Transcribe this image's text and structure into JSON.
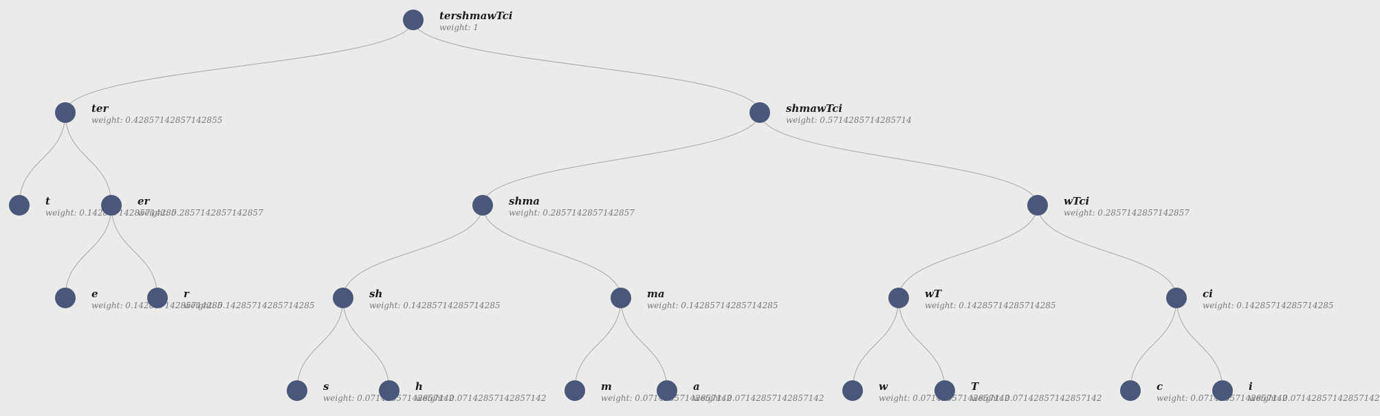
{
  "tree": {
    "colors": {
      "background": "#ebece9",
      "node": "#48577a",
      "edge": "#a3a5a6",
      "label": "#1c1c1c",
      "weight": "#777a7c"
    },
    "nodes": [
      {
        "id": "n0",
        "label": "tershmawTci",
        "weight": "weight: 1",
        "parent": null
      },
      {
        "id": "n1",
        "label": "ter",
        "weight": "weight: 0.42857142857142855",
        "parent": "n0"
      },
      {
        "id": "n2",
        "label": "shmawTci",
        "weight": "weight: 0.5714285714285714",
        "parent": "n0"
      },
      {
        "id": "n3",
        "label": "t",
        "weight": "weight: 0.14285714285714285",
        "parent": "n1"
      },
      {
        "id": "n4",
        "label": "er",
        "weight": "weight: 0.2857142857142857",
        "parent": "n1"
      },
      {
        "id": "n5",
        "label": "shma",
        "weight": "weight: 0.2857142857142857",
        "parent": "n2"
      },
      {
        "id": "n6",
        "label": "wTci",
        "weight": "weight: 0.2857142857142857",
        "parent": "n2"
      },
      {
        "id": "n7",
        "label": "e",
        "weight": "weight: 0.14285714285714285",
        "parent": "n4"
      },
      {
        "id": "n8",
        "label": "r",
        "weight": "weight: 0.14285714285714285",
        "parent": "n4"
      },
      {
        "id": "n9",
        "label": "sh",
        "weight": "weight: 0.14285714285714285",
        "parent": "n5"
      },
      {
        "id": "n10",
        "label": "ma",
        "weight": "weight: 0.14285714285714285",
        "parent": "n5"
      },
      {
        "id": "n11",
        "label": "wT",
        "weight": "weight: 0.14285714285714285",
        "parent": "n6"
      },
      {
        "id": "n12",
        "label": "ci",
        "weight": "weight: 0.14285714285714285",
        "parent": "n6"
      },
      {
        "id": "n13",
        "label": "s",
        "weight": "weight: 0.07142857142857142",
        "parent": "n9"
      },
      {
        "id": "n14",
        "label": "h",
        "weight": "weight: 0.07142857142857142",
        "parent": "n9"
      },
      {
        "id": "n15",
        "label": "m",
        "weight": "weight: 0.07142857142857142",
        "parent": "n10"
      },
      {
        "id": "n16",
        "label": "a",
        "weight": "weight: 0.07142857142857142",
        "parent": "n10"
      },
      {
        "id": "n17",
        "label": "w",
        "weight": "weight: 0.07142857142857142",
        "parent": "n11"
      },
      {
        "id": "n18",
        "label": "T",
        "weight": "weight: 0.07142857142857142",
        "parent": "n11"
      },
      {
        "id": "n19",
        "label": "c",
        "weight": "weight: 0.07142857142857142",
        "parent": "n12"
      },
      {
        "id": "n20",
        "label": "i",
        "weight": "weight: 0.07142857142857142",
        "parent": "n12"
      }
    ]
  }
}
